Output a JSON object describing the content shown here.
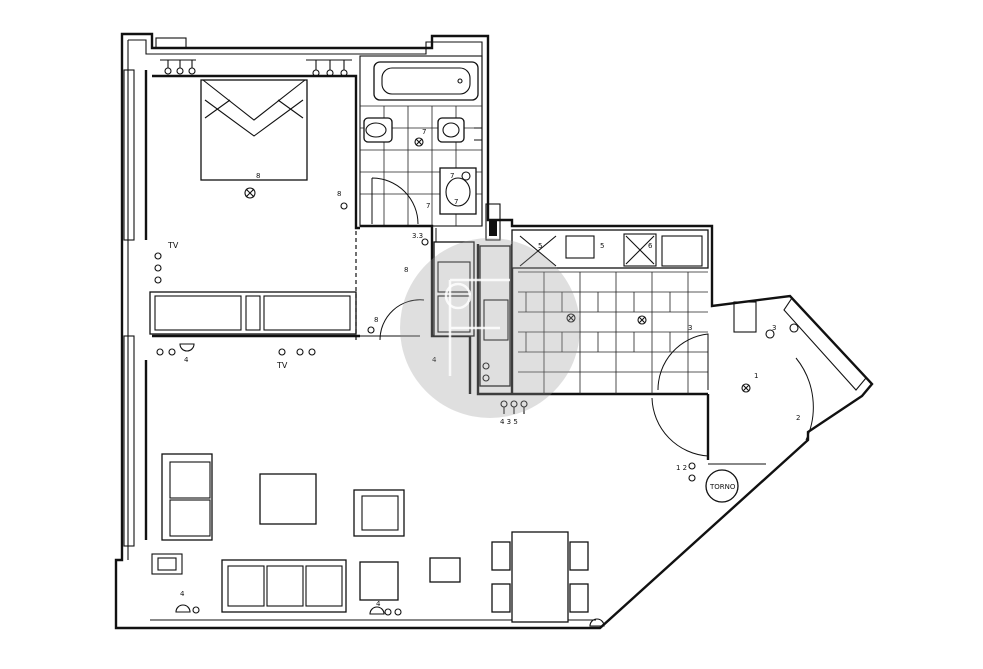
{
  "plan": {
    "labels": {
      "bedroom_room": "8",
      "bath_fixture_a": "7",
      "bath_fixture_b": "7",
      "bath_fixture_c": "7",
      "bath_door": "7",
      "bedroom_switch": "8",
      "tv_bedroom": "TV",
      "hall_left": "3.3",
      "hall_room": "8",
      "hall_switch": "8",
      "closet_left": "4",
      "tv_living": "TV",
      "kitchen_pt1": "5",
      "kitchen_pt2": "5",
      "kitchen_pt3": "6",
      "counter_switch": "3",
      "outlets_row": "4 3 5",
      "entry_room": "1",
      "entry_switch": "2",
      "entry_side": "1 2",
      "intercom": "3",
      "torno": "TORNO",
      "living_outlet_a": "4",
      "living_outlet_b": "4"
    },
    "colors": {
      "ink": "#111111",
      "watermark": "#9a9a9a"
    }
  }
}
